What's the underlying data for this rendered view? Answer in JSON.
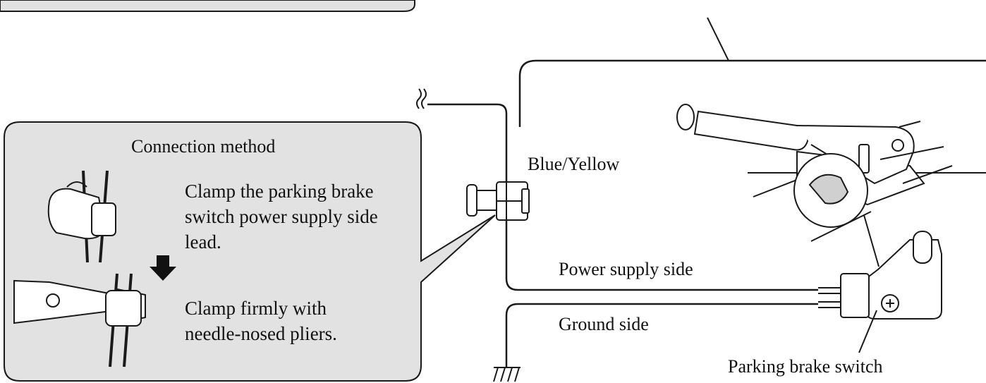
{
  "callout": {
    "title": "Connection method",
    "step1_lines": [
      "Clamp the parking brake",
      "switch power supply side",
      "lead."
    ],
    "step2_lines": [
      "Clamp firmly with",
      "needle-nosed pliers."
    ]
  },
  "labels": {
    "wire_color": "Blue/Yellow",
    "power_side": "Power supply side",
    "ground_side": "Ground side",
    "switch": "Parking brake switch"
  },
  "icons": {
    "step_arrow": "down-arrow-icon",
    "ground": "ground-symbol-icon",
    "cut": "wire-break-icon"
  },
  "colors": {
    "callout_fill": "#e2e2e2",
    "line": "#1a1a1a"
  }
}
